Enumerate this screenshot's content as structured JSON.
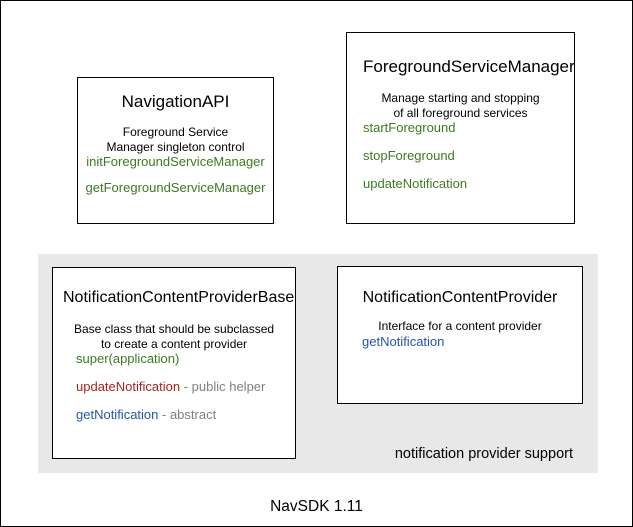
{
  "footer": {
    "version_label": "NavSDK 1.11"
  },
  "region": {
    "label": "notification provider support"
  },
  "boxes": {
    "navigation_api": {
      "title": "NavigationAPI",
      "desc1": "Foreground Service",
      "desc2": "Manager singleton control",
      "methods": {
        "init": "initForegroundServiceManager",
        "get": "getForegroundServiceManager"
      }
    },
    "foreground_service_manager": {
      "title": "ForegroundServiceManager",
      "desc1": "Manage starting and stopping",
      "desc2": "of all foreground services",
      "methods": {
        "start": "startForeground",
        "stop": "stopForeground",
        "update": "updateNotification"
      }
    },
    "notification_content_provider_base": {
      "title": "NotificationContentProviderBase",
      "desc1": "Base class that should be subclassed",
      "desc2": "to create a content provider",
      "methods": {
        "super": "super(application)",
        "update": "updateNotification",
        "update_note": "- public helper",
        "get": "getNotification",
        "get_note": "- abstract"
      }
    },
    "notification_content_provider": {
      "title": "NotificationContentProvider",
      "desc1": "Interface for a content provider",
      "methods": {
        "get": "getNotification"
      }
    }
  },
  "colors": {
    "method_green": "#3c7a21",
    "method_red": "#a8231f",
    "method_blue": "#2456a4",
    "note_gray": "#7f7f7f",
    "region_bg": "#e8e8e8",
    "box_border": "#000000"
  }
}
